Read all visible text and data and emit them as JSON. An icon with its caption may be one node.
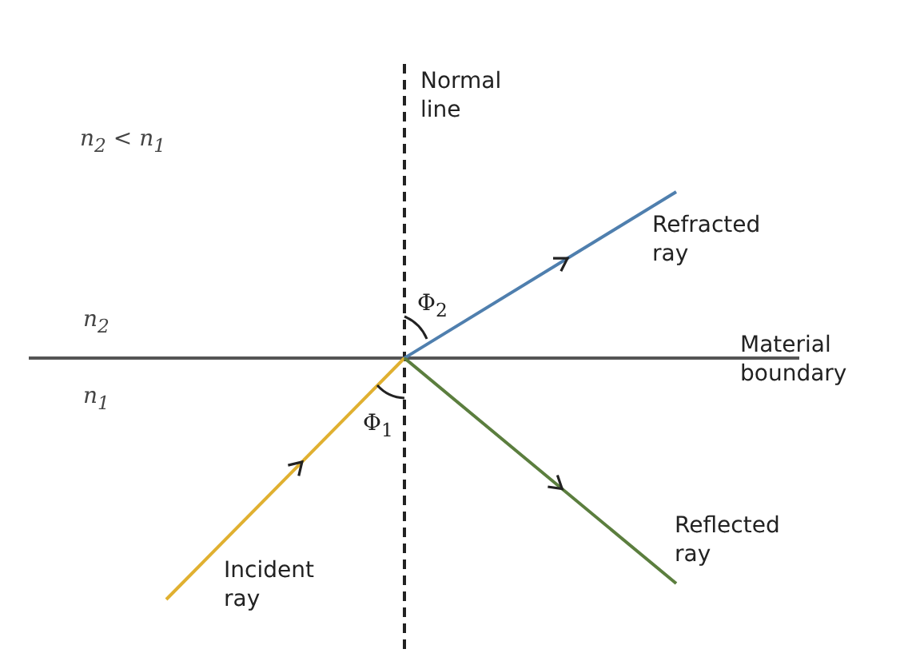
{
  "diagram": {
    "labels": [
      "Normal line",
      "n$_{2}$ < n$_{1}$",
      "Refracted ray",
      "Φ$_{2}$",
      "n$_{2}$",
      "Material boundary",
      "n$_{1}$",
      "Φ$_{1}$",
      "Reflected ray",
      "Incident ray"
    ]
  }
}
